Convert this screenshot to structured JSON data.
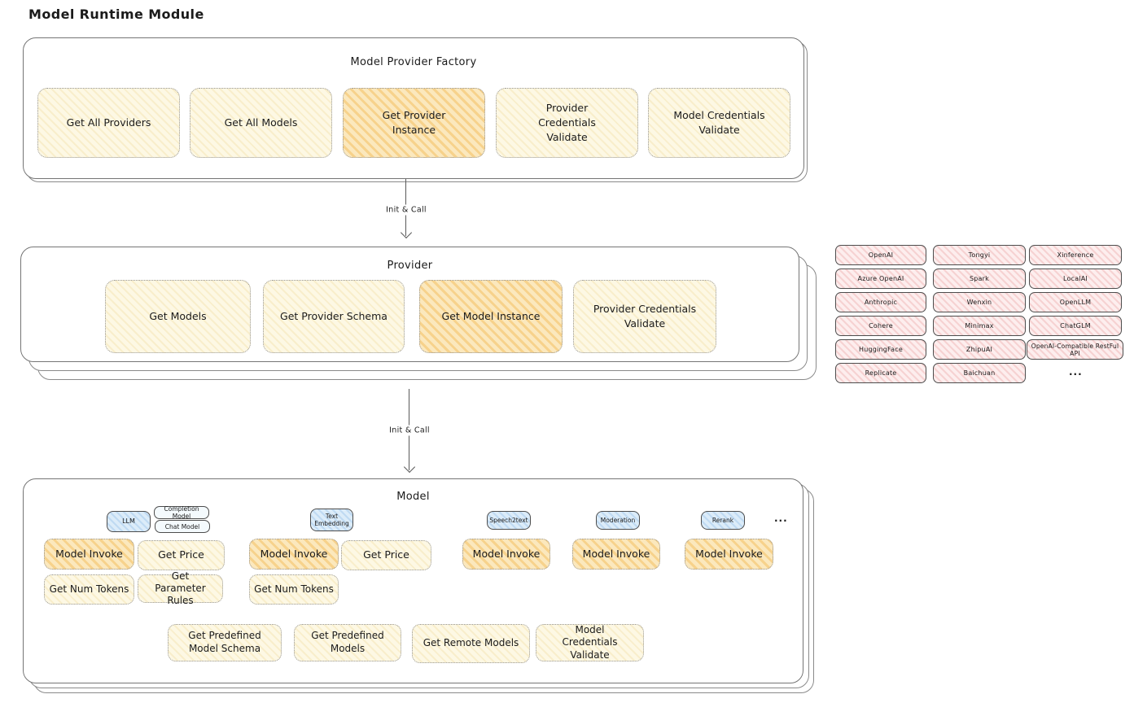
{
  "title": "Model Runtime Module",
  "arrows": {
    "init_call_1": "Init & Call",
    "init_call_2": "Init & Call"
  },
  "factory": {
    "title": "Model Provider Factory",
    "boxes": [
      "Get All Providers",
      "Get All Models",
      "Get Provider Instance",
      "Provider Credentials Validate",
      "Model Credentials Validate"
    ],
    "highlighted": "Get Provider Instance"
  },
  "provider": {
    "title": "Provider",
    "boxes": [
      "Get Models",
      "Get Provider Schema",
      "Get Model Instance",
      "Provider Credentials Validate"
    ],
    "highlighted": "Get Model Instance"
  },
  "providers_list": {
    "column_1": [
      "OpenAI",
      "Azure OpenAI",
      "Anthropic",
      "Cohere",
      "HuggingFace",
      "Replicate"
    ],
    "column_2": [
      "Tongyi",
      "Spark",
      "Wenxin",
      "Minimax",
      "ZhipuAI",
      "Baichuan"
    ],
    "column_3": [
      "Xinference",
      "LocalAI",
      "OpenLLM",
      "ChatGLM",
      "OpenAI-Compatible RestFul API"
    ],
    "ellipsis": "..."
  },
  "model": {
    "title": "Model",
    "model_types": {
      "llm": "LLM",
      "completion": "Completion Model",
      "chat": "Chat Model",
      "text_embedding": "Text Embedding",
      "speech2text": "Speech2text",
      "moderation": "Moderation",
      "rerank": "Rerank",
      "ellipsis": "..."
    },
    "labels": {
      "model_invoke": "Model Invoke",
      "get_price": "Get Price",
      "get_num_tokens": "Get Num Tokens",
      "get_parameter_rules": "Get Parameter Rules"
    },
    "bottom_boxes": [
      "Get Predefined Model Schema",
      "Get Predefined Models",
      "Get Remote Models",
      "Model Credentials Validate"
    ]
  },
  "colors": {
    "cream_box": "#fdf8e4",
    "highlight_box": "#fbe8bd",
    "pink_chip": "#fdeeee",
    "blue_tag": "#dcecf9",
    "panel_border": "#757575",
    "text": "#1b1b1b"
  }
}
